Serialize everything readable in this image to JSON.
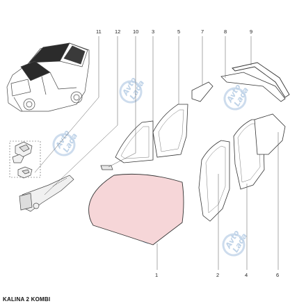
{
  "caption": "KALINA 2 KOMBI",
  "watermark": {
    "line1": "Avto",
    "line2": "Lada",
    "color": "#b9cfe6"
  },
  "callouts": [
    {
      "label": "11"
    },
    {
      "label": "12"
    },
    {
      "label": "10"
    },
    {
      "label": "3"
    },
    {
      "label": "5"
    },
    {
      "label": "7"
    },
    {
      "label": "8"
    },
    {
      "label": "9"
    },
    {
      "label": "1"
    },
    {
      "label": "2"
    },
    {
      "label": "4"
    },
    {
      "label": "6"
    }
  ],
  "colors": {
    "windshield_fill": "#f6d6d8",
    "outline": "#333333",
    "line": "#555555"
  }
}
